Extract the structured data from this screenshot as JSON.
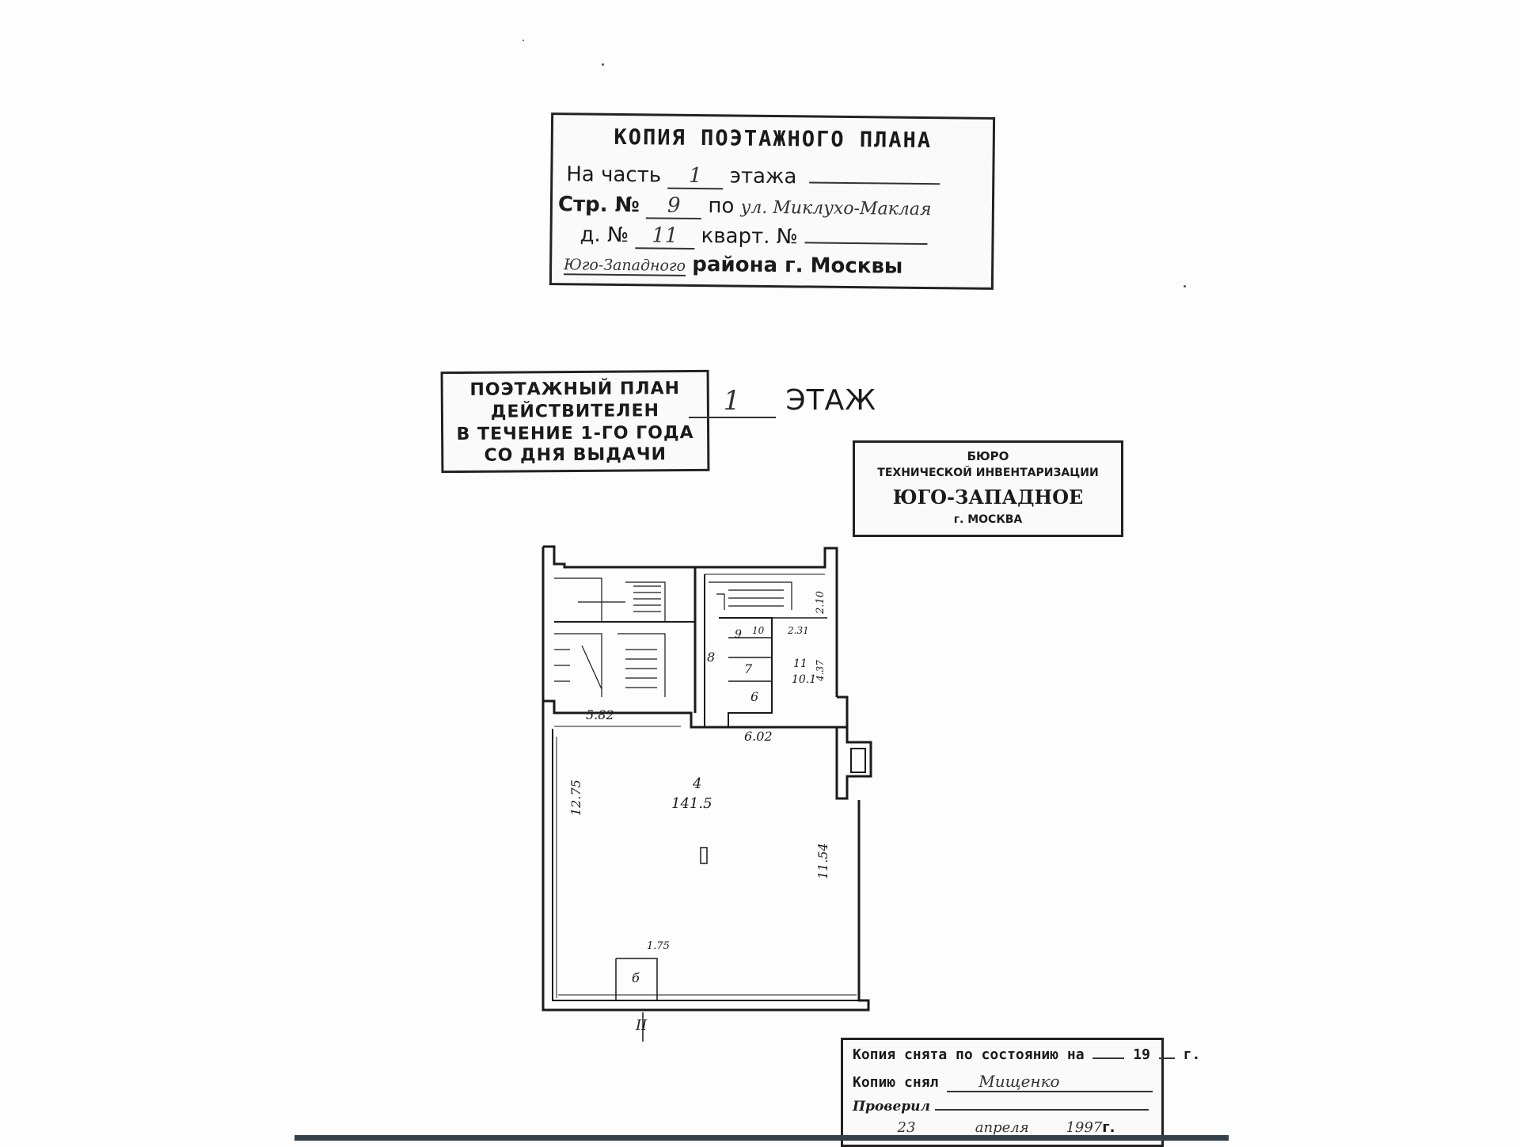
{
  "copy_stamp": {
    "title": "КОПИЯ ПОЭТАЖНОГО ПЛАНА",
    "line1_prefix": "На часть",
    "line1_floor": "1",
    "line1_suffix": "этажа",
    "line2_prefix": "Стр. №",
    "line2_building": "9",
    "line2_mid": "по",
    "line2_street": "ул. Миклухо-Маклая",
    "line3_prefix": "д. №",
    "line3_house": "11",
    "line3_mid": "кварт. №",
    "line4_district": "Юго-Западного",
    "line4_suffix": "района г. Москвы"
  },
  "validity_stamp": {
    "line1": "ПОЭТАЖНЫЙ ПЛАН",
    "line2": "ДЕЙСТВИТЕЛЕН",
    "line3": "В ТЕЧЕНИЕ 1-ГО ГОДА",
    "line4": "СО ДНЯ ВЫДАЧИ"
  },
  "floor": {
    "number": "1",
    "label": "ЭТАЖ"
  },
  "bti_stamp": {
    "line1": "БЮРО",
    "line2": "ТЕХНИЧЕСКОЙ ИНВЕНТАРИЗАЦИИ",
    "line3": "ЮГО-ЗАПАДНОЕ",
    "line4": "г. МОСКВА"
  },
  "plan": {
    "main_room_number": "4",
    "main_room_area": "141.5",
    "dim_top_left": "5.82",
    "dim_top_right": "6.02",
    "dim_left": "12.75",
    "dim_right": "11.54",
    "dim_small": "1.75",
    "room_b_label": "б",
    "room_6": "6",
    "room_7": "7",
    "room_8": "8",
    "room_9": "9",
    "room_10": "10",
    "room_11": "11",
    "room_11_area": "10.1",
    "dim_2_10": "2.10",
    "dim_2_31": "2.31",
    "dim_4_37": "4.37",
    "section_mark": "II"
  },
  "bottom_stamp": {
    "line1_prefix": "Копия снята по состоянию на",
    "line1_year": "19",
    "line1_suffix": "г.",
    "line2_prefix": "Копию снял",
    "line2_signature": "Мищенко",
    "line3_prefix": "Проверил",
    "line4_day": "23",
    "line4_month": "апреля",
    "line4_year": "1997",
    "line4_suffix": "г."
  }
}
